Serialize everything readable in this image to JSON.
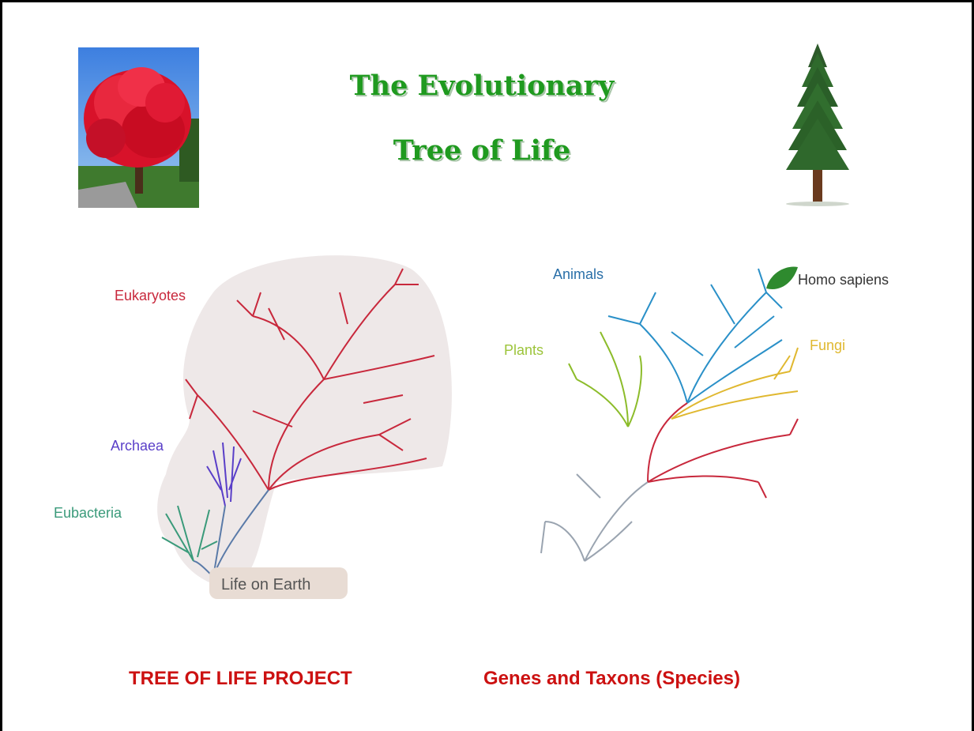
{
  "title": {
    "line1": "The Evolutionary",
    "line2": "Tree of Life"
  },
  "images": {
    "left_photo": "red-maple-tree-photo",
    "right_illustration": "pine-tree-illustration"
  },
  "diagram_left": {
    "labels": {
      "eukaryotes": "Eukaryotes",
      "archaea": "Archaea",
      "eubacteria": "Eubacteria",
      "root": "Life on Earth"
    },
    "colors": {
      "eukaryotes": "#c8283c",
      "archaea": "#5a3fc8",
      "eubacteria": "#3a9a7a",
      "root_base": "#5a7aa8"
    }
  },
  "diagram_right": {
    "labels": {
      "animals": "Animals",
      "homo_sapiens": "Homo sapiens",
      "plants": "Plants",
      "fungi": "Fungi"
    },
    "colors": {
      "animals": "#2a90c8",
      "plants": "#8cbc2a",
      "fungi": "#e0b830",
      "other": "#c8283c",
      "base": "#9aa4b0",
      "leaf": "#2e8a2e"
    }
  },
  "footer": {
    "left": "TREE OF LIFE PROJECT",
    "right": "Genes and Taxons (Species)"
  }
}
